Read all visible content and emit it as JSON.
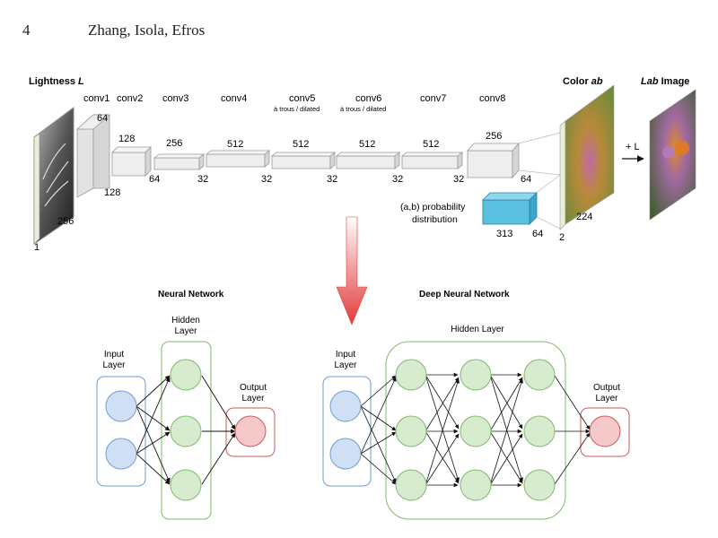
{
  "header": {
    "page_number": "4",
    "authors": "Zhang, Isola, Efros"
  },
  "arch": {
    "lightness_label": "Lightness",
    "lightness_var": "L",
    "color_ab_label": "Color",
    "color_ab_var": "ab",
    "lab_image_var": "Lab",
    "lab_image_label": "Image",
    "plus_l": "+ L",
    "input_dims": {
      "h": "256",
      "d": "1"
    },
    "layers": [
      {
        "name": "conv1",
        "note": "",
        "top": "64",
        "bottom": ""
      },
      {
        "name": "conv2",
        "note": "",
        "top": "128",
        "bottom": "128"
      },
      {
        "name": "conv3",
        "note": "",
        "top": "256",
        "bottom": "64"
      },
      {
        "name": "conv4",
        "note": "",
        "top": "512",
        "bottom": "32"
      },
      {
        "name": "conv5",
        "note": "à trous / dilated",
        "top": "512",
        "bottom": "32"
      },
      {
        "name": "conv6",
        "note": "à trous / dilated",
        "top": "512",
        "bottom": "32"
      },
      {
        "name": "conv7",
        "note": "",
        "top": "512",
        "bottom": "32"
      },
      {
        "name": "conv8",
        "note": "",
        "top": "256",
        "bottom": "32"
      }
    ],
    "conv8_right": "64",
    "prob_label_1": "(a,b) probability",
    "prob_label_2": "distribution",
    "prob_bottom": "313",
    "prob_right": "64",
    "ab_side": "224",
    "ab_depth": "2"
  },
  "nn": {
    "title": "Neural Network",
    "input_label_1": "Input",
    "input_label_2": "Layer",
    "hidden_label_1": "Hidden",
    "hidden_label_2": "Layer",
    "output_label_1": "Output",
    "output_label_2": "Layer"
  },
  "dnn": {
    "title": "Deep Neural Network",
    "hidden_label": "Hidden Layer",
    "input_label_1": "Input",
    "input_label_2": "Layer",
    "output_label_1": "Output",
    "output_label_2": "Layer"
  },
  "colors": {
    "input_node": "#cfe0f5",
    "input_stroke": "#6f9bd1",
    "hidden_node": "#d7ebcf",
    "hidden_stroke": "#82b86e",
    "output_node": "#f5c9c9",
    "output_stroke": "#c95b5b",
    "prob_box": "#5bbfe0",
    "arrow_red": "#e84a4a"
  }
}
